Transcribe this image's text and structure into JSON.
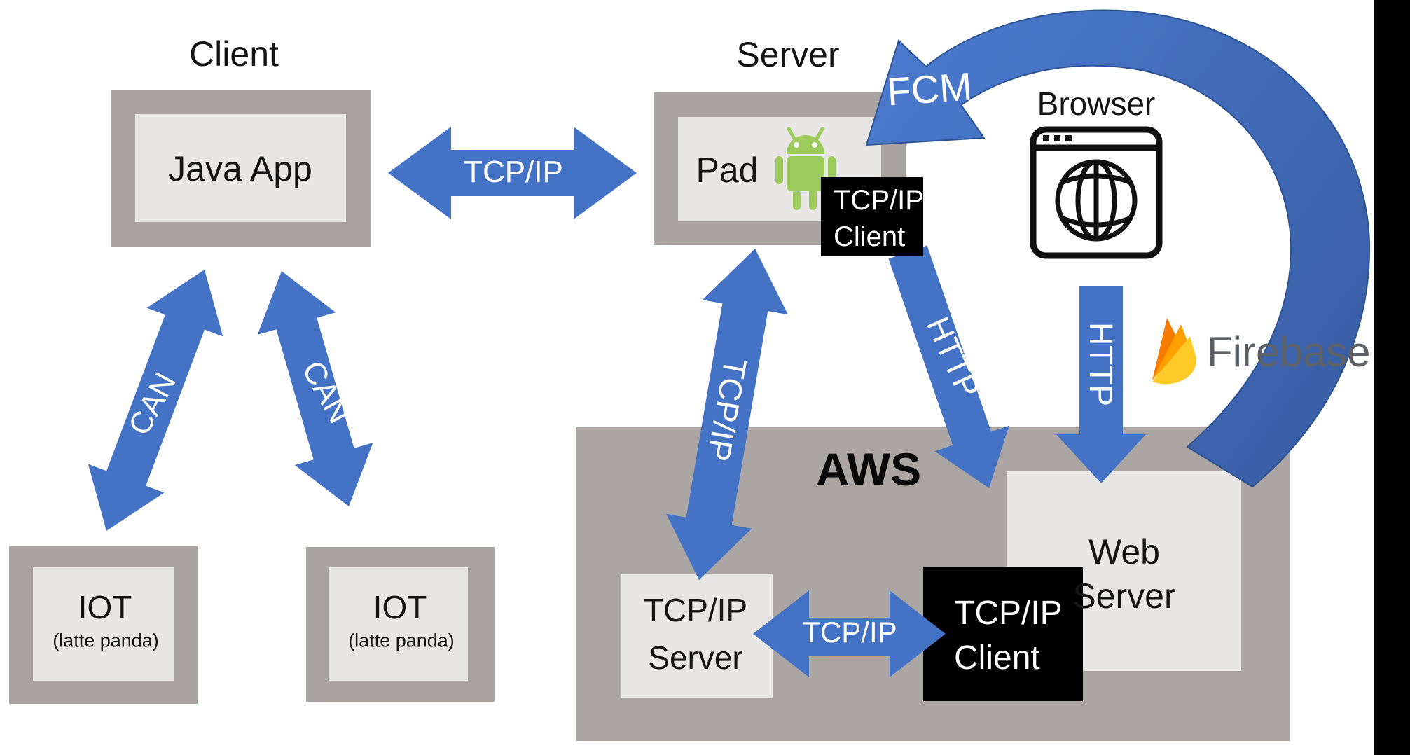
{
  "diagram_title": "Client / Server / AWS / Firebase architecture diagram",
  "client": {
    "title": "Client",
    "app_label": "Java App"
  },
  "iot_left": {
    "name": "IOT",
    "sub": "(latte panda)"
  },
  "iot_right": {
    "name": "IOT",
    "sub": "(latte panda)"
  },
  "server": {
    "title": "Server",
    "pad_label": "Pad",
    "tcpip_client": {
      "line1": "TCP/IP",
      "line2": "Client"
    }
  },
  "browser": {
    "title": "Browser"
  },
  "firebase": {
    "wordmark": "Firebase"
  },
  "aws": {
    "title": "AWS",
    "web_server": {
      "line1": "Web",
      "line2": "Server"
    },
    "tcpip_server": {
      "line1": "TCP/IP",
      "line2": "Server"
    },
    "tcpip_client": {
      "line1": "TCP/IP",
      "line2": "Client"
    }
  },
  "links": {
    "client_server": "TCP/IP",
    "can_left": "CAN",
    "can_right": "CAN",
    "pad_aws": "TCP/IP",
    "client_web": "HTTP",
    "browser_web": "HTTP",
    "aws_internal": "TCP/IP",
    "fcm": "FCM"
  },
  "colors": {
    "arrow_blue": "#4472c4",
    "arc_blue_dark": "#3a60a8",
    "arc_blue_light": "#4b7ace",
    "box_gray": "#a9a4a2",
    "aws_gray": "#aba6a4",
    "inner_gray": "#e8e7e6",
    "black_box": "#000000",
    "android_green": "#9ccb5b",
    "firebase_text_gray": "#5d6165",
    "flame_dark_orange": "#f57c00",
    "flame_orange": "#ffa000",
    "flame_yellow": "#ffca28"
  }
}
